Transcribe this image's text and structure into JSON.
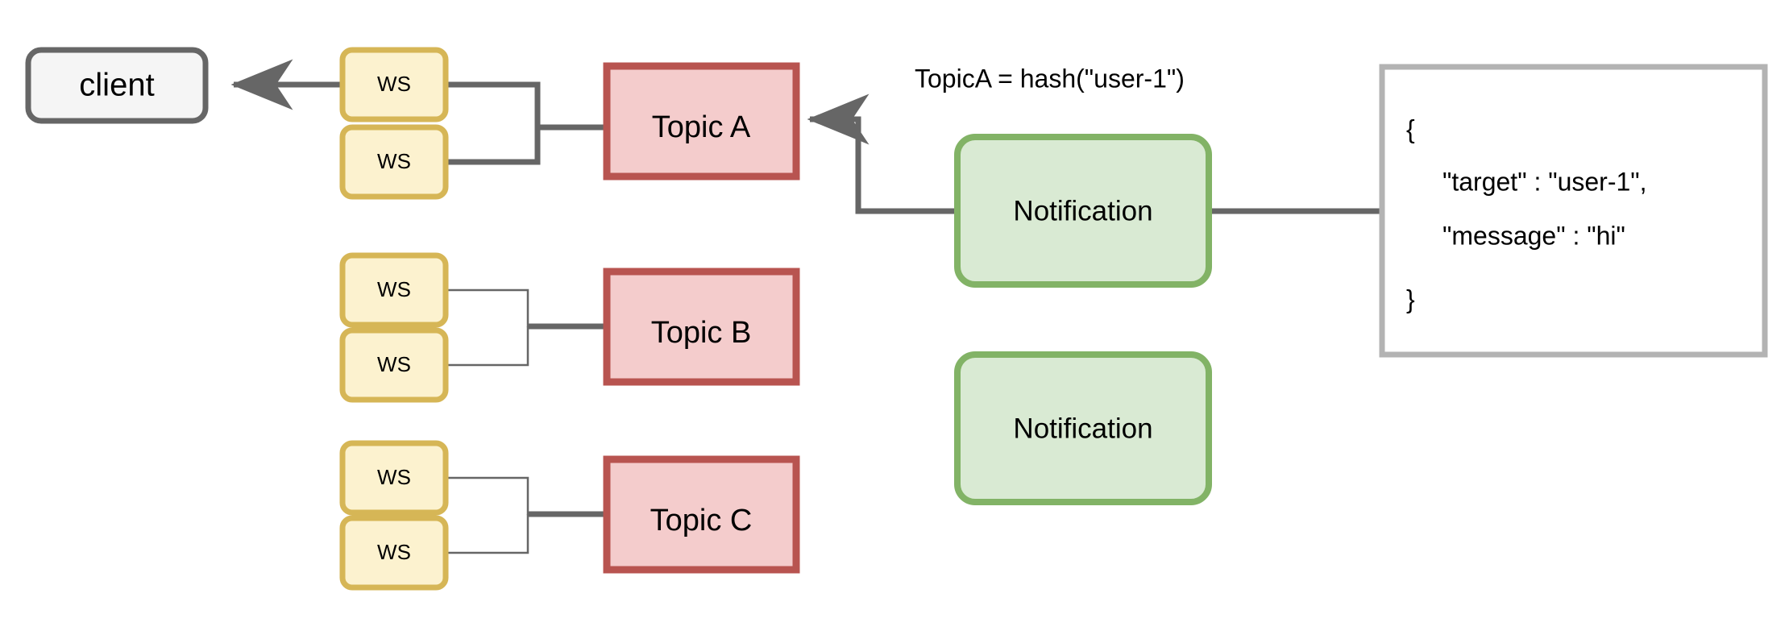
{
  "diagram": {
    "title": "websocket topic fanout diagram",
    "colors": {
      "client_fill": "#f5f5f5",
      "client_stroke": "#666666",
      "ws_fill": "#fcf2cf",
      "ws_stroke": "#d6b656",
      "topic_fill": "#f4cccc",
      "topic_stroke": "#b85450",
      "notification_fill": "#d9ead3",
      "notification_stroke": "#82b366",
      "code_fill": "#ffffff",
      "code_stroke": "#b3b3b3",
      "connector_dark": "#666666",
      "connector_light": "#666666",
      "text": "#000000"
    },
    "client": {
      "label": "client"
    },
    "caption": {
      "text": "TopicA = hash(\"user-1\")"
    },
    "topic_groups": [
      {
        "id": "topic-a",
        "topic_label": "Topic A",
        "ws_labels": [
          "WS",
          "WS"
        ],
        "active": true
      },
      {
        "id": "topic-b",
        "topic_label": "Topic B",
        "ws_labels": [
          "WS",
          "WS"
        ],
        "active": false
      },
      {
        "id": "topic-c",
        "topic_label": "Topic C",
        "ws_labels": [
          "WS",
          "WS"
        ],
        "active": false
      }
    ],
    "notifications": [
      {
        "id": "notification-1",
        "label": "Notification"
      },
      {
        "id": "notification-2",
        "label": "Notification"
      }
    ],
    "code_block": {
      "lines": [
        "{",
        "\"target\" : \"user-1\",",
        "\"message\" : \"hi\"",
        "}"
      ]
    }
  }
}
